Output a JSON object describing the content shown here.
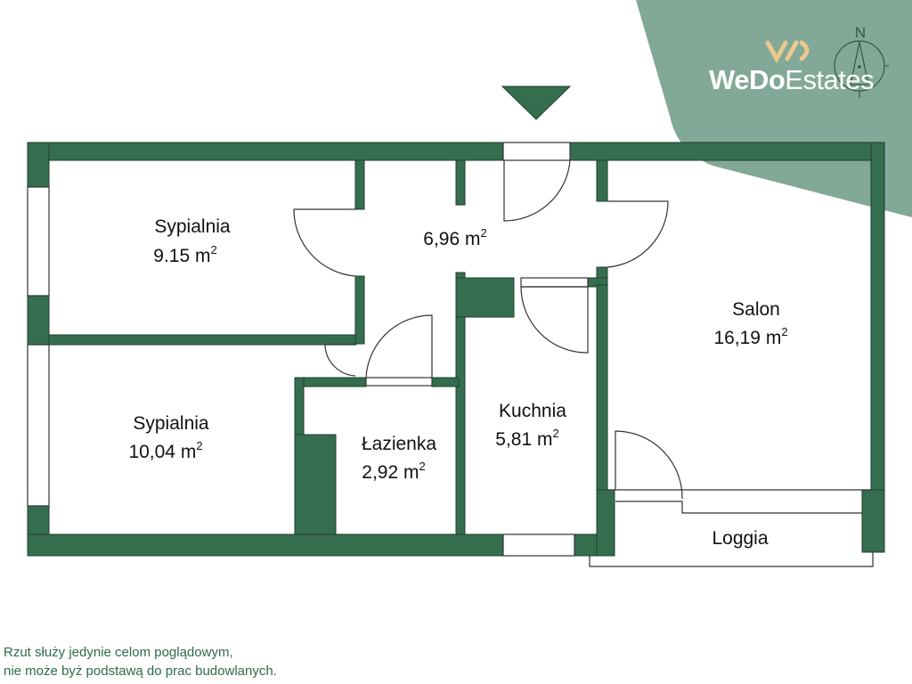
{
  "brand": {
    "name_bold": "WeDo",
    "name_light": "Estates",
    "mark": "VD-slash-mark",
    "mark_color": "#e9c98f",
    "panel_color": "#82a897"
  },
  "compass": {
    "north_label": "N"
  },
  "entrance_marker": {
    "icon": "entrance-arrow-down"
  },
  "rooms": [
    {
      "name": "Sypialnia",
      "area": "9.15 m",
      "unit_sup": "2"
    },
    {
      "name": "Sypialnia",
      "area": "10,04 m",
      "unit_sup": "2"
    },
    {
      "name": "",
      "area": "6,96 m",
      "unit_sup": "2"
    },
    {
      "name": "Łazienka",
      "area": "2,92 m",
      "unit_sup": "2"
    },
    {
      "name": "Kuchnia",
      "area": "5,81 m",
      "unit_sup": "2"
    },
    {
      "name": "Salon",
      "area": "16,19 m",
      "unit_sup": "2"
    },
    {
      "name": "Loggia",
      "area": "",
      "unit_sup": ""
    }
  ],
  "disclaimer": {
    "line1": "Rzut służy jedynie celom poglądowym,",
    "line2": "nie może byż podstawą do prac budowlanych."
  },
  "colors": {
    "wall": "#356e4e",
    "text": "#111111",
    "disclaimer": "#2e6b4a"
  }
}
